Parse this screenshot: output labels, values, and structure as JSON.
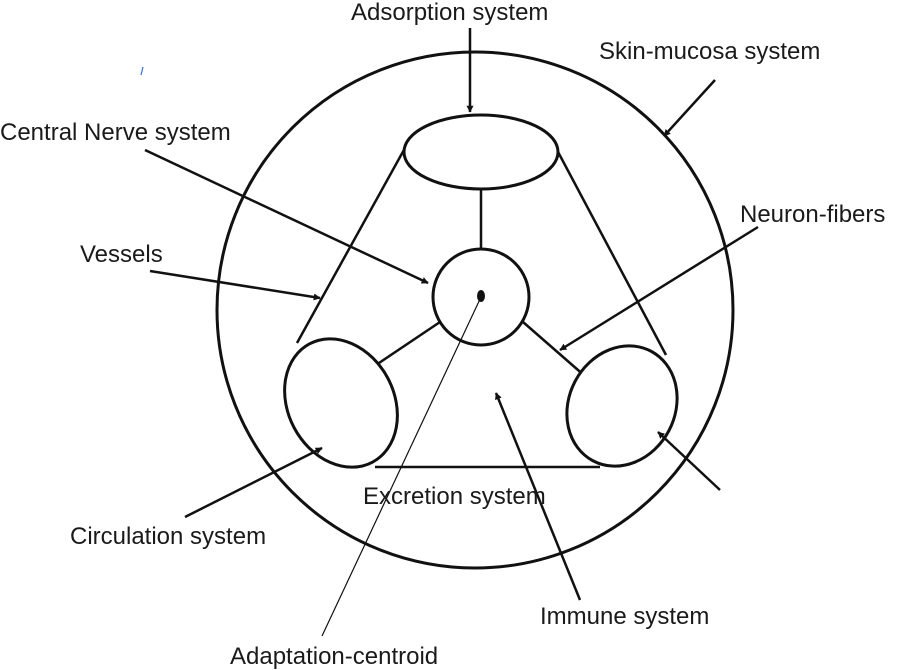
{
  "labels": {
    "adsorption": "Adsorption system",
    "skin_mucosa": "Skin-mucosa system",
    "central_nerve": "Central Nerve system",
    "neuron_fibers": "Neuron-fibers",
    "vessels": "Vessels",
    "excretion": "Excretion system",
    "circulation": "Circulation system",
    "immune": "Immune system",
    "adaptation_centroid": "Adaptation-centroid"
  }
}
